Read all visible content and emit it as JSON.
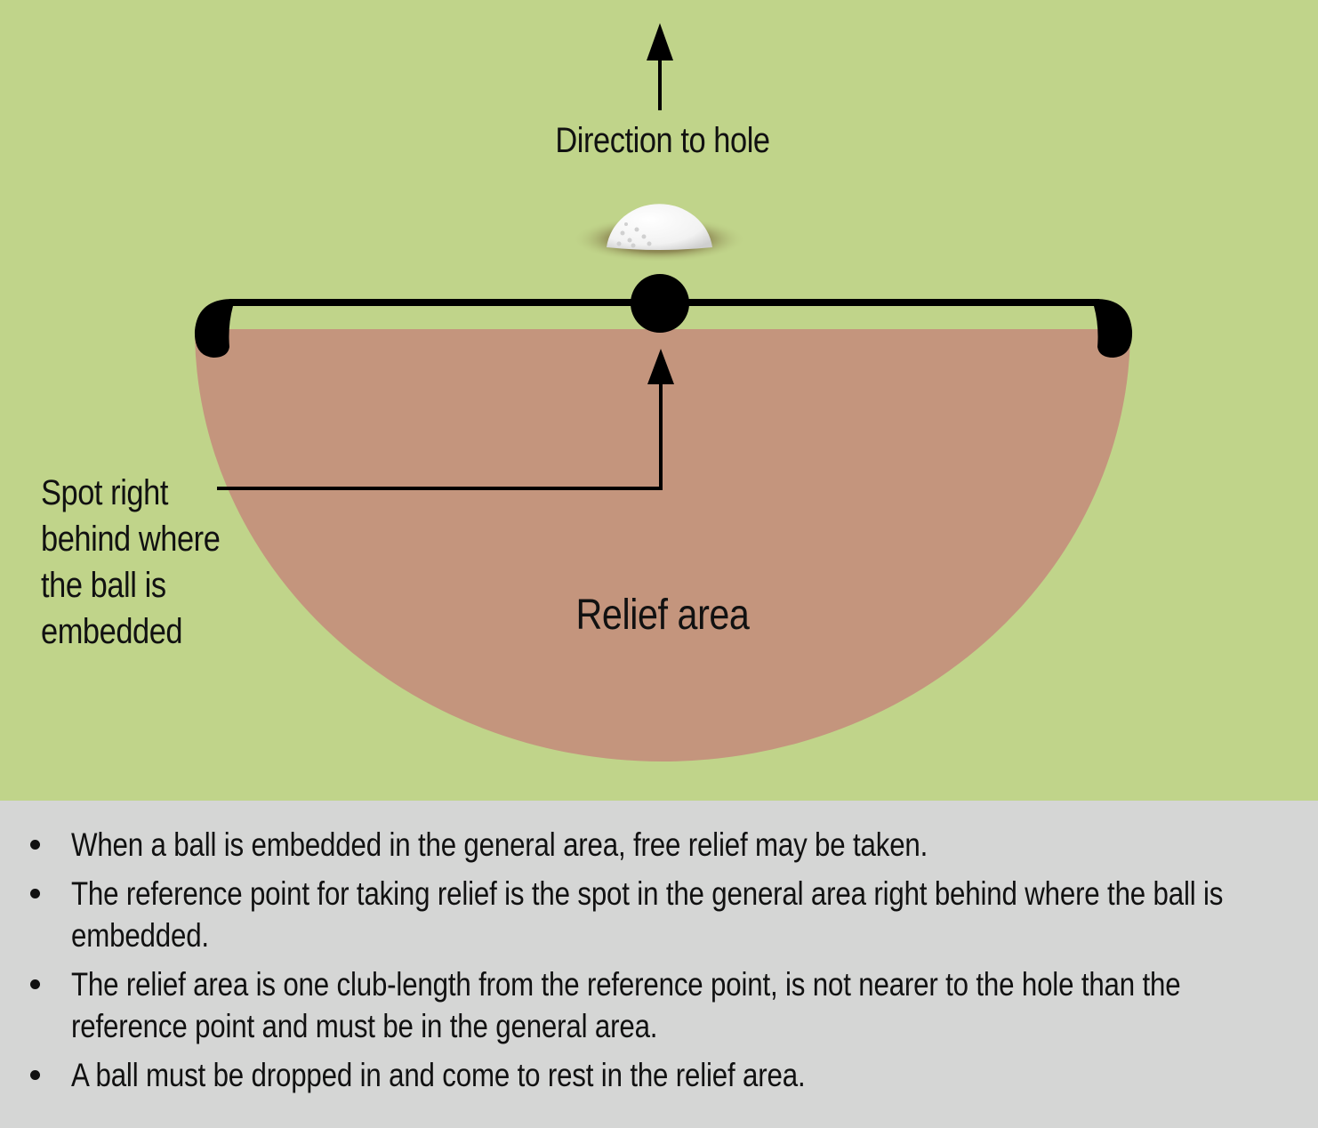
{
  "diagram": {
    "direction_label": "Direction to hole",
    "spot_label_lines": [
      "Spot right",
      "behind where",
      "the ball is",
      "embedded"
    ],
    "relief_area_label": "Relief area",
    "colors": {
      "fairway": "#c0d48a",
      "relief_area": "#c4957d",
      "ink": "#000000",
      "notes_panel": "#d5d6d5"
    }
  },
  "notes": [
    "When a ball is embedded in the general area, free relief may be taken.",
    "The reference point for taking relief is the spot in the general area right behind where the ball is embedded.",
    "The relief area is one club-length from the reference point, is not nearer to the hole than the reference point and must be in the general area.",
    "A ball must be dropped in and come to rest in the relief area."
  ]
}
